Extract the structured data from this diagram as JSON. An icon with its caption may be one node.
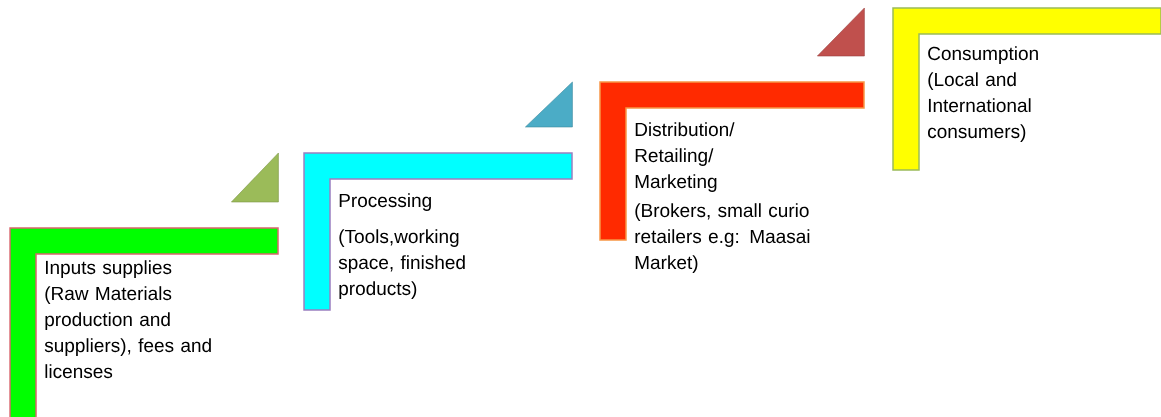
{
  "diagram": {
    "nodes": [
      {
        "text": [
          "Inputs supplies (Raw Materials production and suppliers), fees and licenses"
        ]
      },
      {
        "text": [
          "Processing",
          "(Tools,working space, finished products)"
        ]
      },
      {
        "text": [
          "Distribution/ Retailing/ Marketing",
          "(Brokers, small curio retailers e.g: Maasai Market)"
        ]
      },
      {
        "text": [
          "Consumption (Local and International consumers)"
        ]
      }
    ]
  }
}
